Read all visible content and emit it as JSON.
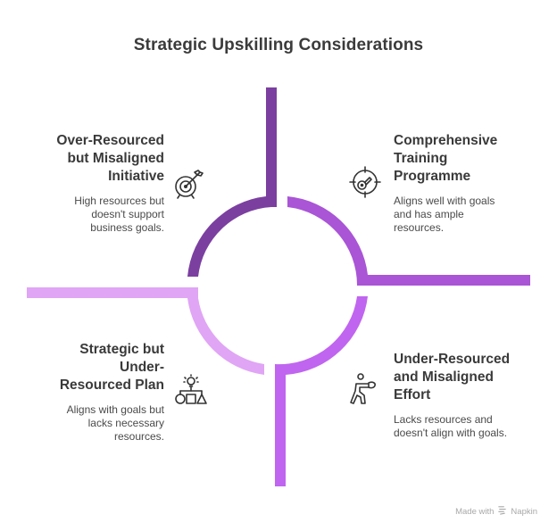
{
  "title": "Strategic Upskilling Considerations",
  "quadrants": [
    {
      "id": "top-left",
      "title": "Over-Resourced but Misaligned Initiative",
      "title_lines": [
        "Over-Resourced",
        "but Misaligned",
        "Initiative"
      ],
      "description_lines": [
        "High resources but",
        "doesn't support",
        "business goals."
      ],
      "icon": "target-arrow-icon",
      "color": "#7B3FA0"
    },
    {
      "id": "top-right",
      "title": "Comprehensive Training Programme",
      "title_lines": [
        "Comprehensive",
        "Training",
        "Programme"
      ],
      "description_lines": [
        "Aligns well with goals",
        "and has ample",
        "resources."
      ],
      "icon": "crosshair-key-icon",
      "color": "#A955D6"
    },
    {
      "id": "bottom-left",
      "title": "Strategic but Under-Resourced Plan",
      "title_lines": [
        "Strategic but",
        "Under-",
        "Resourced Plan"
      ],
      "description_lines": [
        "Aligns with goals but",
        "lacks necessary",
        "resources."
      ],
      "icon": "lightbulb-shapes-icon",
      "color": "#E0A5F5"
    },
    {
      "id": "bottom-right",
      "title": "Under-Resourced and Misaligned Effort",
      "title_lines": [
        "Under-Resourced",
        "and Misaligned",
        "Effort"
      ],
      "description_lines": [
        "Lacks resources and",
        "doesn't align with goals."
      ],
      "icon": "boxing-figure-icon",
      "color": "#C065F0"
    }
  ],
  "footer": {
    "made_with": "Made with",
    "brand": "Napkin"
  }
}
